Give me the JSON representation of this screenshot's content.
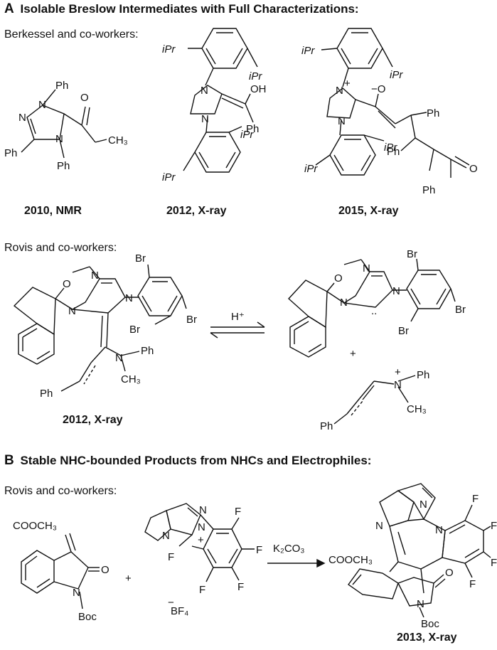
{
  "sectionA": {
    "letter": "A",
    "heading": "Isolable Breslow Intermediates with Full Characterizations:",
    "group1": "Berkessel and co-workers:",
    "captions": [
      "2010, NMR",
      "2012, X-ray",
      "2015, X-ray"
    ],
    "group2": "Rovis and co-workers:",
    "caption_rovis": "2012, X-ray",
    "condition": "H⁺",
    "plus": "+"
  },
  "sectionB": {
    "letter": "B",
    "heading": "Stable NHC-bounded Products from NHCs and Electrophiles:",
    "group": "Rovis and co-workers:",
    "reagent": "K₂CO₃",
    "plus": "+",
    "caption": "2013, X-ray"
  },
  "atoms": {
    "ph": "Ph",
    "n": "N",
    "o": "O",
    "f": "F",
    "br": "Br",
    "oh": "OH",
    "ipr": "iPr",
    "ch3": "CH₃",
    "coome": "COOCH₃",
    "boc": "Boc",
    "bf4": "BF₄",
    "plus_charge": "+",
    "minus_charge": "−",
    "minus_o": "−O"
  }
}
